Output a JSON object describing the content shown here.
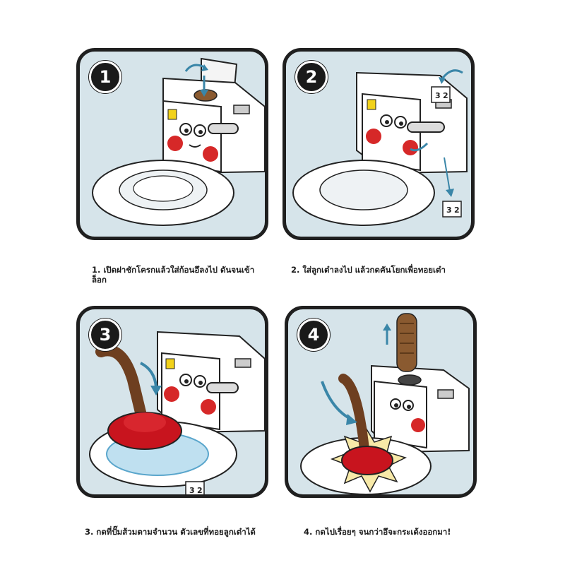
{
  "steps": [
    {
      "number": "1",
      "caption": "1. เปิดฝาชักโครกแล้วใส่ก้อนอึลงไป ดันจนเข้าล็อก"
    },
    {
      "number": "2",
      "caption": "2. ใส่ลูกเต๋าลงไป แล้วกดคันโยกเพื่อทอยเต๋า"
    },
    {
      "number": "3",
      "caption": "3. กดที่ปั๊มส้วมตามจำนวน ตัวเลขที่ทอยลูกเต๋าได้"
    },
    {
      "number": "4",
      "caption": "4. กดไปเรื่อยๆ จนกว่าอึจะกระเด้งออกมา!"
    }
  ],
  "dice": {
    "panel2_top": {
      "face": "3",
      "side": "2"
    },
    "panel2_bottom": {
      "face": "3",
      "side": "2"
    },
    "panel3": {
      "face": "3",
      "side": "2"
    }
  },
  "colors": {
    "panel_bg": "#d6e4ea",
    "border": "#1f1f1f",
    "arrow": "#3a86a8",
    "plunger_red": "#c8141e",
    "handle_brown": "#7a4a2a"
  },
  "icons": [
    "toilet-illustration",
    "curved-arrow-icon",
    "dice-icon",
    "plunger-icon",
    "poop-icon"
  ]
}
